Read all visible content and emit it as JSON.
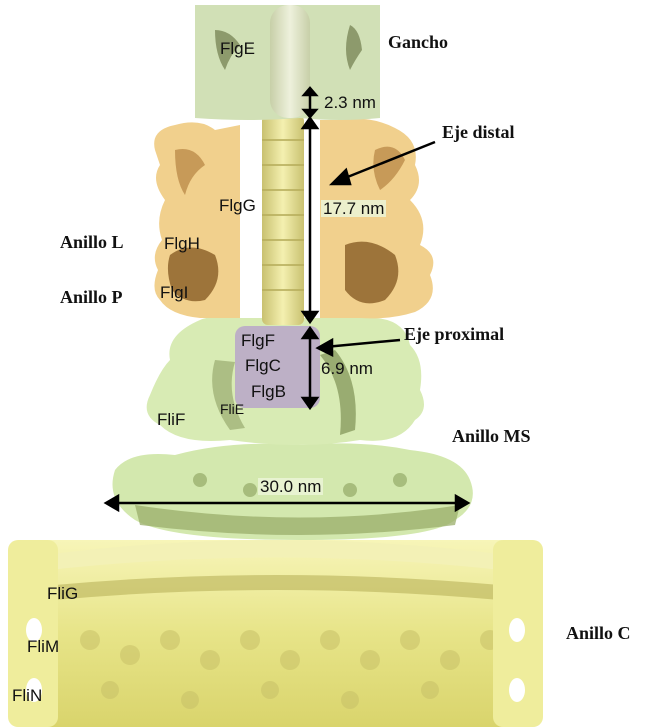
{
  "structures": {
    "gancho": "Gancho",
    "eje_distal": "Eje distal",
    "anillo_l": "Anillo L",
    "anillo_p": "Anillo P",
    "eje_proximal": "Eje proximal",
    "anillo_ms": "Anillo MS",
    "anillo_c": "Anillo C"
  },
  "proteins": {
    "flge": "FlgE",
    "flgg": "FlgG",
    "flgh": "FlgH",
    "flgi": "FlgI",
    "flgf": "FlgF",
    "flgc": "FlgC",
    "flgb": "FlgB",
    "flie": "FliE",
    "flif": "FliF",
    "flig": "FliG",
    "flim": "FliM",
    "flin": "FliN"
  },
  "measurements": {
    "hook_gap": "2.3 nm",
    "distal_rod": "17.7 nm",
    "proximal_rod": "6.9 nm",
    "ms_ring_width": "30.0 nm"
  },
  "colors": {
    "hook_green": "#cfdfb4",
    "lp_ring_tan": "#f0cf8c",
    "lp_ring_brown": "#a0763c",
    "ms_ring_green": "#d7eab4",
    "proximal_purple": "#b7a2c8",
    "c_ring_yellow": "#ecea8e",
    "rod_yellow": "#e6e08a"
  }
}
